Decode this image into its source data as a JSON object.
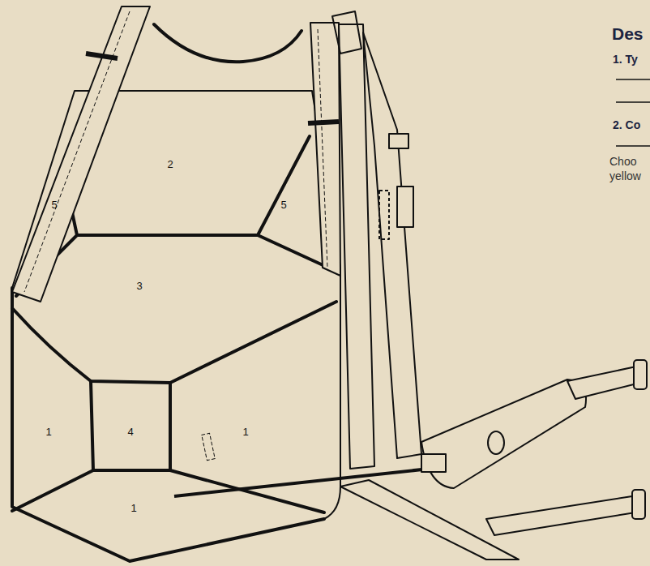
{
  "diagram": {
    "title": "Des",
    "labels": [
      "2",
      "5",
      "5",
      "3",
      "1",
      "4",
      "1",
      "1",
      "1. Ty",
      "2. Co",
      "Choo yellow"
    ]
  }
}
